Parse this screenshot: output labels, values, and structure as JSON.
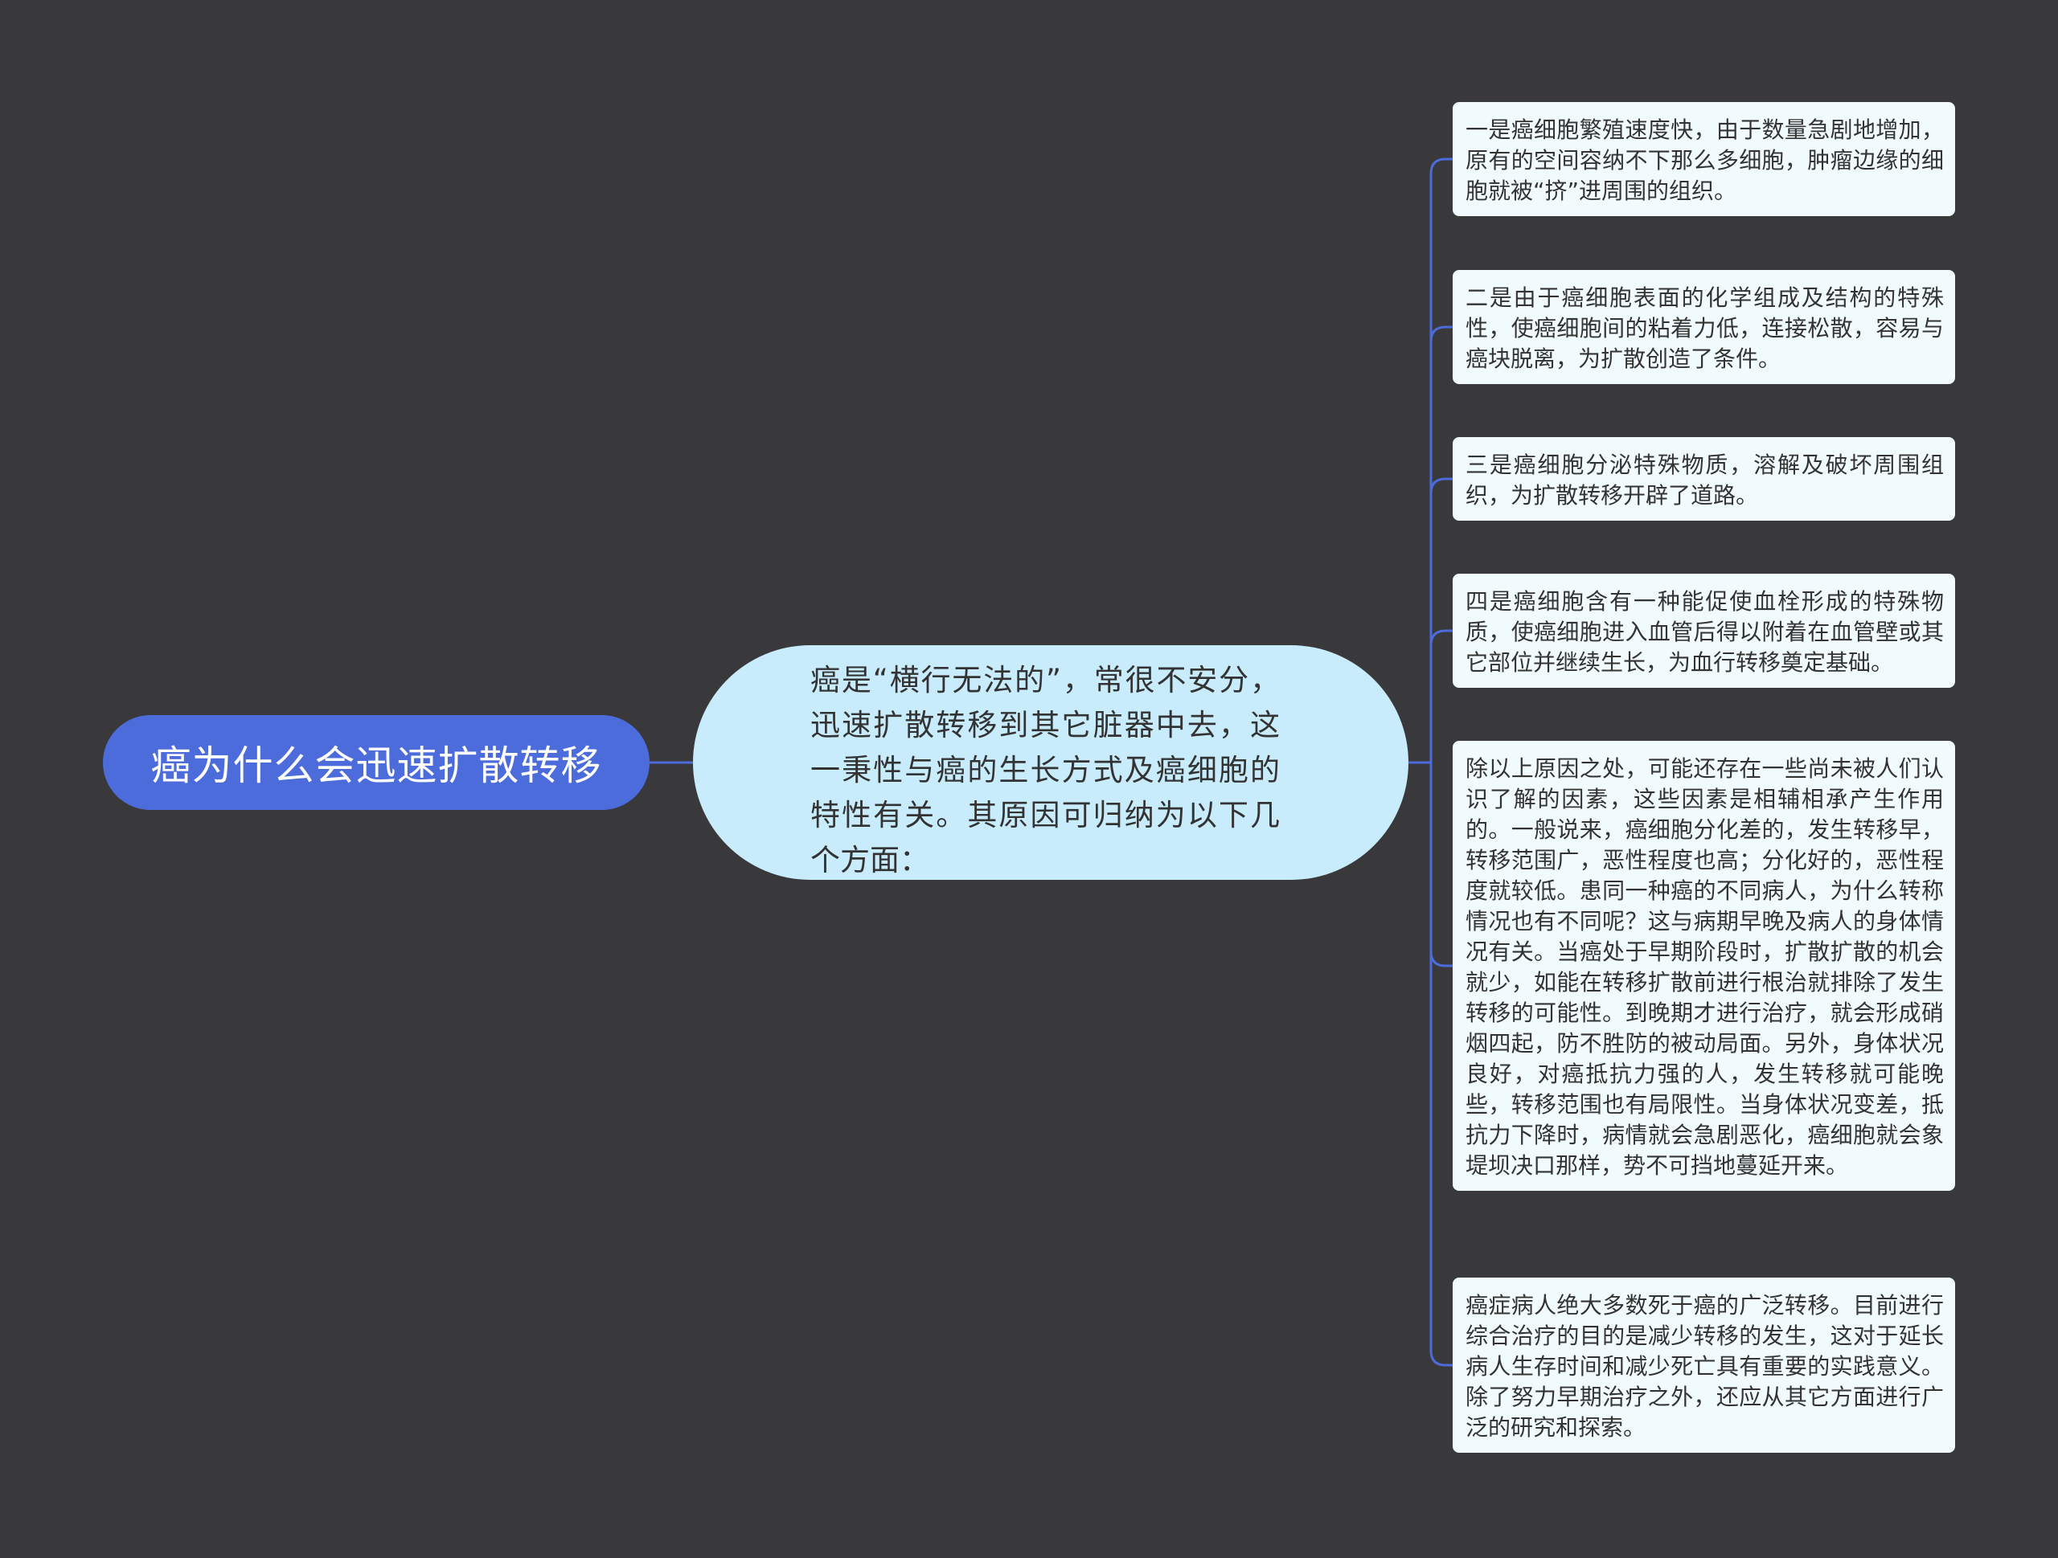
{
  "colors": {
    "background": "#39383b",
    "root_fill": "#4d6cdc",
    "mid_fill": "#c8ecfb",
    "leaf_fill": "#f1fbfd",
    "edge": "#4d6cdc"
  },
  "root": {
    "text": "癌为什么会迅速扩散转移"
  },
  "mid": {
    "text": "癌是“横行无法的”，常很不安分，迅速扩散转移到其它脏器中去，这一秉性与癌的生长方式及癌细胞的特性有关。其原因可归纳为以下几个方面："
  },
  "leaves": [
    {
      "text": "一是癌细胞繁殖速度快，由于数量急剧地增加，原有的空间容纳不下那么多细胞，肿瘤边缘的细胞就被“挤”进周围的组织。"
    },
    {
      "text": "二是由于癌细胞表面的化学组成及结构的特殊性，使癌细胞间的粘着力低，连接松散，容易与癌块脱离，为扩散创造了条件。"
    },
    {
      "text": "三是癌细胞分泌特殊物质，溶解及破坏周围组织，为扩散转移开辟了道路。"
    },
    {
      "text": "四是癌细胞含有一种能促使血栓形成的特殊物质，使癌细胞进入血管后得以附着在血管壁或其它部位并继续生长，为血行转移奠定基础。"
    },
    {
      "text": "除以上原因之处，可能还存在一些尚未被人们认识了解的因素，这些因素是相辅相承产生作用的。一般说来，癌细胞分化差的，发生转移早，转移范围广，恶性程度也高；分化好的，恶性程度就较低。患同一种癌的不同病人，为什么转称情况也有不同呢？这与病期早晚及病人的身体情况有关。当癌处于早期阶段时，扩散扩散的机会就少，如能在转移扩散前进行根治就排除了发生转移的可能性。到晚期才进行治疗，就会形成硝烟四起，防不胜防的被动局面。另外，身体状况良好，对癌抵抗力强的人，发生转移就可能晚些，转移范围也有局限性。当身体状况变差，抵抗力下降时，病情就会急剧恶化，癌细胞就会象堤坝决口那样，势不可挡地蔓延开来。"
    },
    {
      "text": "癌症病人绝大多数死于癌的广泛转移。目前进行综合治疗的目的是减少转移的发生，这对于延长病人生存时间和减少死亡具有重要的实践意义。除了努力早期治疗之外，还应从其它方面进行广泛的研究和探索。"
    }
  ]
}
